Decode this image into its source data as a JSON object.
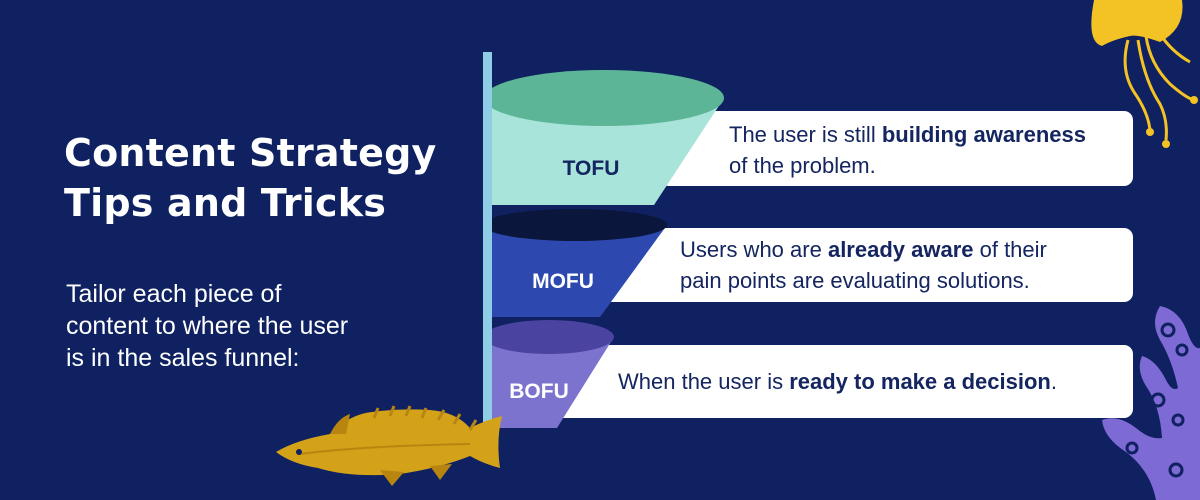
{
  "title_lines": [
    "Content Strategy",
    "Tips and Tricks"
  ],
  "intro_lines": [
    "Tailor each piece of",
    "content to where the user",
    "is in the sales funnel:"
  ],
  "stages": [
    {
      "label": "TOFU",
      "desc_parts": [
        {
          "text": "The user is still ",
          "bold": false
        },
        {
          "text": "building awareness",
          "bold": true
        },
        {
          "text": "\n",
          "bold": false
        },
        {
          "text": "of the problem.",
          "bold": false
        }
      ]
    },
    {
      "label": "MOFU",
      "desc_parts": [
        {
          "text": "Users who are ",
          "bold": false
        },
        {
          "text": "already aware",
          "bold": true
        },
        {
          "text": " of their",
          "bold": false
        },
        {
          "text": "\n",
          "bold": false
        },
        {
          "text": "pain points are evaluating solutions.",
          "bold": false
        }
      ]
    },
    {
      "label": "BOFU",
      "desc_parts": [
        {
          "text": "When the user is ",
          "bold": false
        },
        {
          "text": "ready to make a decision",
          "bold": true
        },
        {
          "text": ".",
          "bold": false
        }
      ]
    }
  ],
  "colors": {
    "background": "#0f2160",
    "tofu": "#a8e4da",
    "tofu_top": "#5cb596",
    "mofu": "#2d49b0",
    "mofu_top": "#0b163c",
    "bofu": "#7c73ce",
    "bofu_top": "#4a43a0",
    "card": "#ffffff",
    "text_dark": "#142560",
    "fish": "#d3a219",
    "jellyfish": "#f3c224",
    "coral": "#7e6ad4"
  }
}
